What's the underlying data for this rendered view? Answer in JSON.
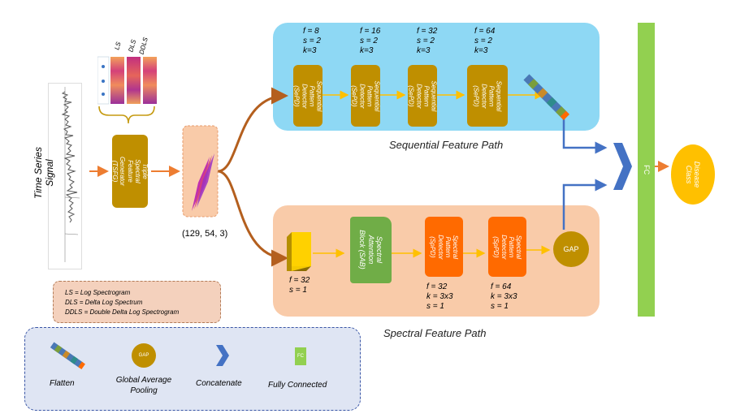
{
  "input": {
    "label": "Time Series Signal",
    "feature_labels": [
      "LS",
      "DLS",
      "DDLS"
    ]
  },
  "tsfg": {
    "label": "Triple Spectral Feature Generator (TSFG)"
  },
  "stack": {
    "shape": "(129, 54, 3)"
  },
  "sequential_path": {
    "title": "Sequential Feature Path",
    "blocks": [
      {
        "label": "Sequential Pattern Detector (SePD)",
        "params": "f = 8\ns = 2\nk=3"
      },
      {
        "label": "Sequential Pattern Detector (SePD)",
        "params": "f = 16\ns = 2\nk=3"
      },
      {
        "label": "Sequential Pattern Detector (SePD)",
        "params": "f = 32\ns = 2\nk=3"
      },
      {
        "label": "Sequential Pattern Detector (SePD)",
        "params": "f = 64\ns = 2\nk=3"
      }
    ]
  },
  "spectral_path": {
    "title": "Spectral Feature Path",
    "conv_params": "f = 32\ns = 1",
    "sab": {
      "label": "Spectral Attention Block (SAB)"
    },
    "blocks": [
      {
        "label": "Spectral Pattern Detector (SpPD)",
        "params": "f = 32\nk = 3x3\ns = 1"
      },
      {
        "label": "Spectral Pattern Detector (SpPD)",
        "params": "f = 64\nk = 3x3\ns = 1"
      }
    ],
    "gap": "GAP"
  },
  "fc": {
    "label": "FC"
  },
  "output": {
    "label": "Disease Class"
  },
  "abbrev": {
    "lines": [
      "LS = Log Spectrogram",
      "DLS = Delta Log Spectrum",
      "DDLS = Double Delta Log Spectrogram"
    ]
  },
  "legend": {
    "items": [
      {
        "label": "Flatten"
      },
      {
        "label": "Global Average Pooling",
        "icon_text": "GAP"
      },
      {
        "label": "Concatenate"
      },
      {
        "label": "Fully Connected",
        "icon_text": "FC"
      }
    ]
  },
  "colors": {
    "seq_panel": "#8ed8f4",
    "spec_panel": "#f9cba9",
    "sepd": "#bf8f00",
    "sppd": "#ff6a00",
    "sab": "#70ad47",
    "fc": "#92d050",
    "class": "#ffc000",
    "arrow_orange": "#ed7d31",
    "arrow_yellow": "#ffc000",
    "arrow_blue": "#4472c4",
    "arrow_brown": "#b45f1e"
  }
}
